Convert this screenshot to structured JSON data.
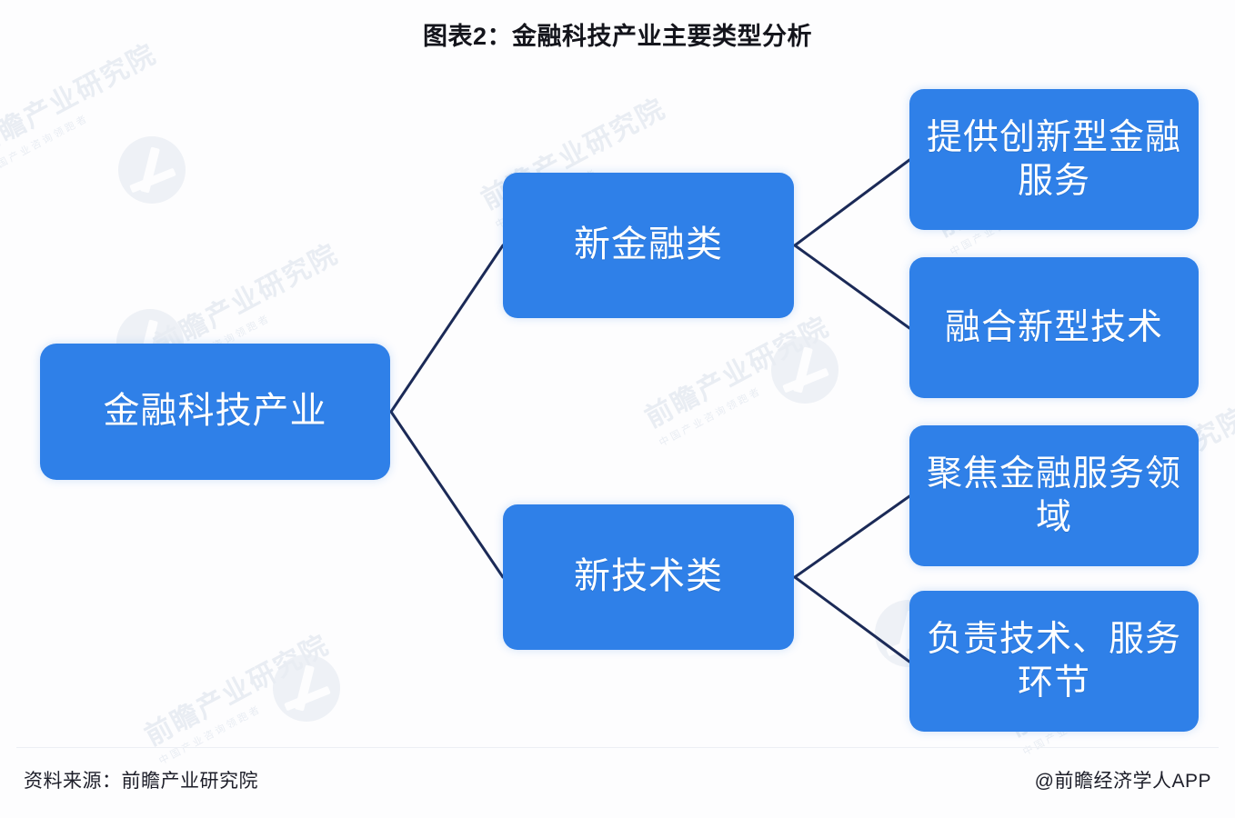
{
  "title": "图表2：金融科技产业主要类型分析",
  "colors": {
    "node_fill": "#2f80e8",
    "node_text": "#ffffff",
    "connector": "#1b2a57",
    "title_text": "#14151c",
    "background": "#fdfdfe",
    "watermark": "#e9edf3"
  },
  "diagram": {
    "type": "tree",
    "orientation": "left-to-right",
    "root": {
      "id": "node-root",
      "label": "金融科技产业"
    },
    "branches": [
      {
        "id": "node-newfinance",
        "label": "新金融类",
        "children": [
          {
            "id": "node-leaf-1",
            "label": "提供创新型金融服务"
          },
          {
            "id": "node-leaf-2",
            "label": "融合新型技术"
          }
        ]
      },
      {
        "id": "node-newtech",
        "label": "新技术类",
        "children": [
          {
            "id": "node-leaf-3",
            "label": "聚焦金融服务领域"
          },
          {
            "id": "node-leaf-4",
            "label": "负责技术、服务环节"
          }
        ]
      }
    ]
  },
  "watermark": {
    "main": "前瞻产业研究院",
    "sub": "中国产业咨询领跑者",
    "logo_name": "qianzhan-logo"
  },
  "footer": {
    "source": "资料来源：前瞻产业研究院",
    "app": "@前瞻经济学人APP"
  }
}
